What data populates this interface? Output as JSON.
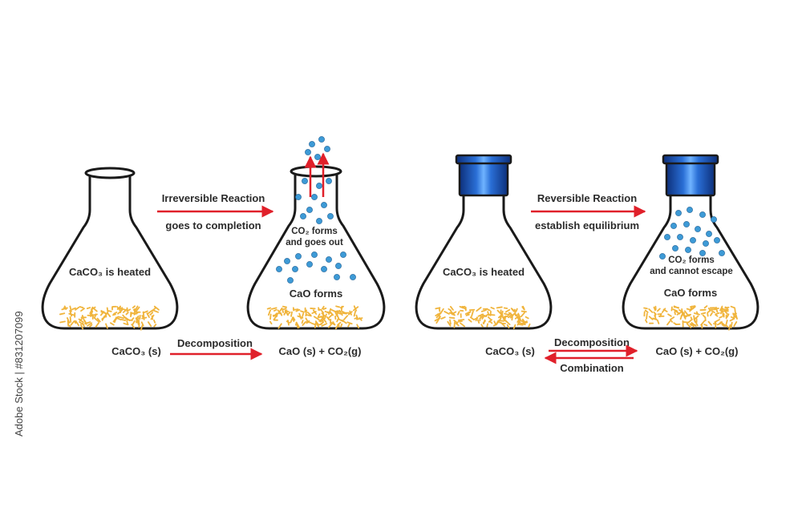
{
  "panels": {
    "irreversible": {
      "flask1_label": "CaCO₃ is heated",
      "arrow_top": "Irreversible Reaction",
      "arrow_bottom": "goes to completion",
      "flask2_gas_line1": "CO₂ forms",
      "flask2_gas_line2": "and goes out",
      "flask2_solid": "CaO forms",
      "eq_left": "CaCO₃ (s)",
      "eq_arrow_label": "Decomposition",
      "eq_right": "CaO (s) + CO₂(g)"
    },
    "reversible": {
      "flask1_label": "CaCO₃ is heated",
      "arrow_top": "Reversible Reaction",
      "arrow_bottom": "establish equilibrium",
      "flask2_gas_line1": "CO₂ forms",
      "flask2_gas_line2": "and cannot escape",
      "flask2_solid": "CaO forms",
      "eq_left": "CaCO₃ (s)",
      "eq_forward_label": "Decomposition",
      "eq_backward_label": "Combination",
      "eq_right": "CaO (s) + CO₂(g)"
    }
  },
  "watermark_sidebar": "Adobe Stock | #831207099",
  "colors": {
    "arrow": "#e0202a",
    "bubble": "#3d9ad6",
    "particle": "#f0b43c",
    "stopper": "#1f55b8",
    "outline": "#1a1a1a"
  }
}
